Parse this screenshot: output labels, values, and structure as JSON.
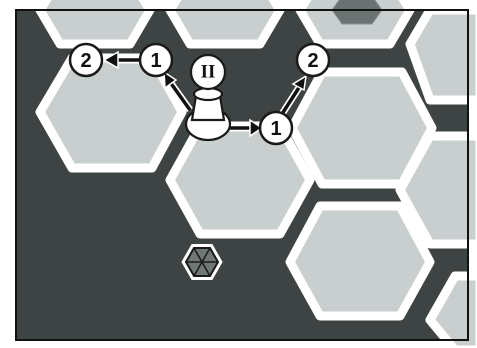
{
  "board": {
    "colors": {
      "background": "#3e4443",
      "hex_fill": "#c9cfcf",
      "hex_border": "#ffffff",
      "marker_fill": "#ffffff",
      "marker_ink": "#111111"
    }
  },
  "pawn": {
    "label": "II"
  },
  "markers": [
    {
      "id": "left-2",
      "label": "2"
    },
    {
      "id": "left-1",
      "label": "1"
    },
    {
      "id": "right-2",
      "label": "2"
    },
    {
      "id": "right-1",
      "label": "1"
    }
  ],
  "icons": {
    "corner_token": "triangle-grid-hex-icon"
  }
}
